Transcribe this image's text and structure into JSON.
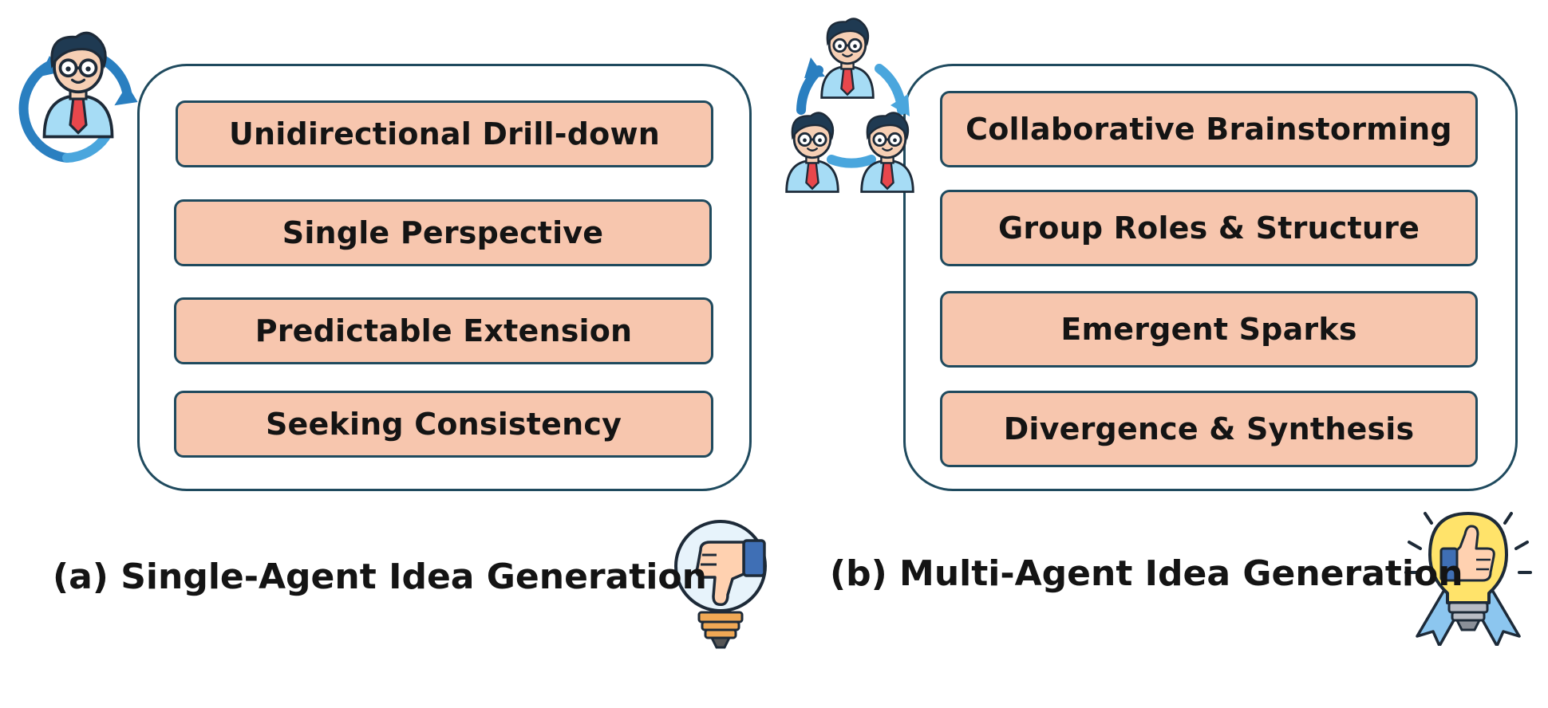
{
  "colors": {
    "panel_border": "#1f4a5e",
    "item_fill": "#f7c6ae",
    "text": "#141414",
    "cycle_arrow_blue": "#2a7fc0",
    "bulb_yellow": "#ffe36a",
    "ribbon_blue": "#8cc6ef"
  },
  "single_agent": {
    "caption": "(a) Single-Agent Idea Generation",
    "items": [
      {
        "label": "Unidirectional Drill-down"
      },
      {
        "label": "Single Perspective"
      },
      {
        "label": "Predictable Extension"
      },
      {
        "label": "Seeking Consistency"
      }
    ],
    "agent_icon": "single-agent-cycle-icon",
    "verdict_icon": "thumbs-down-lightbulb-icon"
  },
  "multi_agent": {
    "caption": "(b) Multi-Agent Idea Generation",
    "items": [
      {
        "label": "Collaborative Brainstorming"
      },
      {
        "label": "Group Roles & Structure"
      },
      {
        "label": "Emergent Sparks"
      },
      {
        "label": "Divergence & Synthesis"
      }
    ],
    "agent_icon": "multi-agent-cycle-icon",
    "verdict_icon": "thumbs-up-lightbulb-award-icon"
  }
}
